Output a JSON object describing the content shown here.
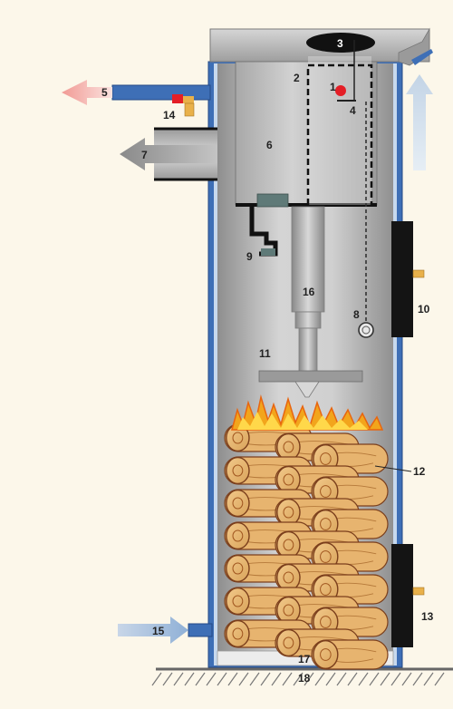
{
  "colors": {
    "background": "#fcf7ea",
    "casing": "#3e6fb6",
    "steel": "#b9b9b9",
    "flame": "#f2a51c",
    "wood": "#e7b46f",
    "outlet_arrow": "#f4a7a3",
    "inlet_arrow": "#a9c0dc",
    "flue_arrow": "#9c9c9c",
    "air_arrow": "#d7e3ee",
    "door": "#141414"
  },
  "labels": {
    "l1": "1",
    "l2": "2",
    "l3": "3",
    "l4": "4",
    "l5": "5",
    "l6": "6",
    "l7": "7",
    "l8": "8",
    "l9": "9",
    "l10": "10",
    "l11": "11",
    "l12": "12",
    "l13": "13",
    "l14": "14",
    "l15": "15",
    "l16": "16",
    "l17": "17",
    "l18": "18"
  }
}
